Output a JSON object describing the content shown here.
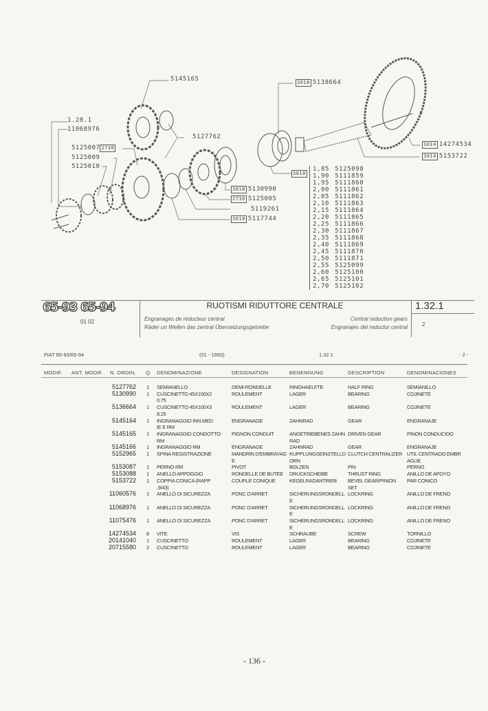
{
  "diagram": {
    "callouts": {
      "c5145165": "5145165",
      "c5138664_box": "3018",
      "c5138664": "5138664",
      "c1281": "1.28.1",
      "c11068976": "11068976",
      "c5127762": "5127762",
      "c5125007": "5125007",
      "c5125007_box": "2730",
      "c5125009": "5125009",
      "c5125010": "5125010",
      "c5130990_box": "3018",
      "c5130990": "5130990",
      "c5125005_box": "2730",
      "c5125005": "5125005",
      "c5119261": "5119261",
      "c5117744_box": "3018",
      "c5117744": "5117744",
      "c14274534_box": "3014",
      "c14274534": "14274534",
      "c5153722_box": "3014",
      "c5153722": "5153722",
      "shim_box": "3018"
    },
    "shims": [
      {
        "thk": "1,85",
        "part": "5125098"
      },
      {
        "thk": "1,90",
        "part": "5111859"
      },
      {
        "thk": "1,95",
        "part": "5111860"
      },
      {
        "thk": "2,00",
        "part": "5111861"
      },
      {
        "thk": "2,05",
        "part": "5111862"
      },
      {
        "thk": "2,10",
        "part": "5111863"
      },
      {
        "thk": "2,15",
        "part": "5111864"
      },
      {
        "thk": "2,20",
        "part": "5111865"
      },
      {
        "thk": "2,25",
        "part": "5111866"
      },
      {
        "thk": "2,30",
        "part": "5111867"
      },
      {
        "thk": "2,35",
        "part": "5111868"
      },
      {
        "thk": "2,40",
        "part": "5111869"
      },
      {
        "thk": "2,45",
        "part": "5111870"
      },
      {
        "thk": "2,50",
        "part": "5111871"
      },
      {
        "thk": "2,55",
        "part": "5125099"
      },
      {
        "thk": "2,60",
        "part": "5125100"
      },
      {
        "thk": "2,65",
        "part": "5125101"
      },
      {
        "thk": "2,70",
        "part": "5125102"
      }
    ]
  },
  "header": {
    "models": "65-93  65-94",
    "model_code": "01 02",
    "title": "RUOTISMI RIDUTTORE CENTRALE",
    "sub_fr": "Engranages de réducteur central",
    "sub_de": "Räder un Wellen das zentral Übersetzungsgetriebe",
    "sub_en": "Central reduction gears",
    "sub_es": "Engranajes del reductor central",
    "section": "1.32.1",
    "sheet": "2"
  },
  "table_meta": {
    "model": "FIAT 65-93/65-94",
    "date": "(01 - 1993)",
    "section": "1.32.1",
    "sheet": "- 2 -"
  },
  "columns": {
    "modif": "MODIF.",
    "ant_modif": "ANT. MODIF.",
    "n_ordin": "N. ORDIN.",
    "q": "Q.",
    "it": "DENOMINAZIONE",
    "fr": "DESIGNATION",
    "de": "BENENNUNG",
    "en": "DESCRIPTION",
    "es": "DENOMINACIONES"
  },
  "rows": [
    {
      "no": "5127762",
      "q": "1",
      "it": "SEMIANELLO",
      "fr": "DEMI-RONDELLE",
      "de": "RINGHAELFTE",
      "en": "HALF RING",
      "es": "SEMIANILLO"
    },
    {
      "no": "5130990",
      "q": "1",
      "it": "CUSCINETTO 45X100X2\n0.75",
      "fr": "ROULEMENT",
      "de": "LAGER",
      "en": "BEARING",
      "es": "COJINETE"
    },
    {
      "no": "5136664",
      "q": "1",
      "it": "CUSCINETTO 45X100X3\n8.25",
      "fr": "ROULEMENT",
      "de": "LAGER",
      "en": "BEARING",
      "es": "COJINETE"
    },
    {
      "no": "5145164",
      "q": "1",
      "it": "INGRANAGGIO INN.MED\nIE E RM",
      "fr": "ENGRANAGE",
      "de": "ZAHNRAD",
      "en": "GEAR",
      "es": "ENGRANAJE"
    },
    {
      "no": "5145165",
      "q": "1",
      "it": "INGRANAGGIO CONDOTTO\nRM",
      "fr": "PIGNON CONDUIT",
      "de": "ANGETRIEBENES ZAHN\nRAD",
      "en": "DRIVEN GEAR",
      "es": "PINON CONDUCIDO"
    },
    {
      "no": "5145166",
      "q": "1",
      "it": "INGRANAGGIO RM",
      "fr": "ENGRANAGE",
      "de": "ZAHNRAD",
      "en": "GEAR",
      "es": "ENGRANAJE"
    },
    {
      "no": "5152965",
      "q": "1",
      "it": "SPINA REGISTRAZIONE",
      "fr": "MANDRIN D'EMBRAYAG\nE",
      "de": "KUPPLUNGSEINSTELLD\nORN",
      "en": "CLUTCH CENTRALIZER",
      "es": "UTIL CENTRADO EMBR\nAGUE"
    },
    {
      "no": "5153087",
      "q": "1",
      "it": "PERNO RM",
      "fr": "PIVOT",
      "de": "BOLZEN",
      "en": "PIN",
      "es": "PERNO"
    },
    {
      "no": "5153088",
      "q": "1",
      "it": "ANELLO APPOGGIO",
      "fr": "RONDELLE DE BUTEE",
      "de": "DRUCKSCHEIBE",
      "en": "THRUST RING",
      "es": "ANILLO DE APOYO"
    },
    {
      "no": "5153722",
      "q": "1",
      "it": "COPPIA CONICA (RAPP\n.9/43)",
      "fr": "COUPLE CONIQUE",
      "de": "KEGELRADANTRIEB",
      "en": "BEVEL GEAR/PINION\nSET",
      "es": "PAR CONICO"
    },
    {
      "no": "11060576",
      "q": "1",
      "it": "ANELLO DI SICUREZZA",
      "fr": "PONC D'ARRET",
      "de": "SICHERUNGSRONDELLE",
      "en": "LOCKRING",
      "es": "ANILLO DE FRENO"
    },
    {
      "no": "11068976",
      "q": "1",
      "it": "ANELLO DI SICUREZZA",
      "fr": "PONC D'ARRET",
      "de": "SICHERUNGSRONDELLE",
      "en": "LOCKRING",
      "es": "ANILLO DE FRENO"
    },
    {
      "no": "11075476",
      "q": "1",
      "it": "ANELLO DI SICUREZZA",
      "fr": "PONC D'ARRET",
      "de": "SICHERUNGSRONDELLE",
      "en": "LOCKRING",
      "es": "ANILLO DE FRENO"
    },
    {
      "no": "14274534",
      "q": "8",
      "it": "VITE",
      "fr": "VIS",
      "de": "SCHRAUBE",
      "en": "SCREW",
      "es": "TORNILLO"
    },
    {
      "no": "20141040",
      "q": "1",
      "it": "CUSCINETTO",
      "fr": "ROULEMENT",
      "de": "LAGER",
      "en": "BEARING",
      "es": "COJINETE"
    },
    {
      "no": "20715580",
      "q": "2",
      "it": "CUSCINETTO",
      "fr": "ROULEMENT",
      "de": "LAGER",
      "en": "BEARING",
      "es": "COJINETE"
    }
  ],
  "footer": {
    "page": "- 136 -"
  }
}
